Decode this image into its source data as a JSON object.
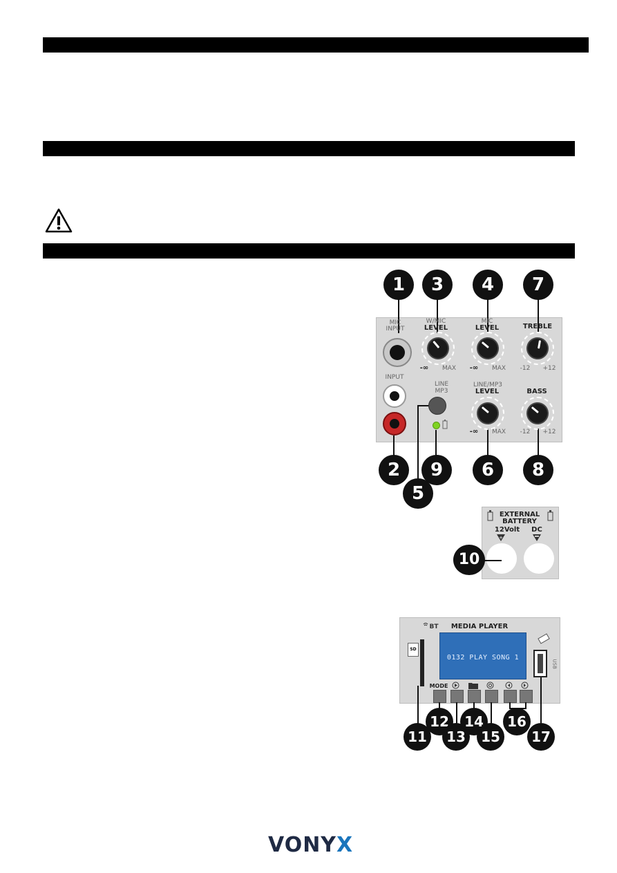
{
  "top_panel": {
    "mic_input_label": "MIC\nINPUT",
    "wmic_level_top": "W/MIC",
    "level_label": "LEVEL",
    "mic_level_top": "MIC",
    "treble_label": "TREBLE",
    "input_label": "INPUT",
    "line_label": "LINE",
    "mp3_label": "MP3",
    "line_mp3_top": "LINE/MP3",
    "bass_label": "BASS",
    "min_label": "-∞",
    "max_label": "MAX",
    "minus12_label": "-12",
    "plus12_label": "+12"
  },
  "callouts": [
    "1",
    "2",
    "3",
    "4",
    "5",
    "6",
    "7",
    "8",
    "9",
    "10",
    "11",
    "12",
    "13",
    "14",
    "15",
    "16",
    "17"
  ],
  "battery_panel": {
    "title": "EXTERNAL\nBATTERY",
    "voltage": "12Volt",
    "dc": "DC"
  },
  "media_player": {
    "title": "MEDIA PLAYER",
    "bt_label": "BT",
    "sd_label": "SD",
    "usb_label": "USB",
    "mode_label": "MODE",
    "display_text": "0132  PLAY SONG 1"
  },
  "brand": {
    "logo": "VONYX"
  },
  "colors": {
    "accent": "#1a75bc",
    "display": "#2f6fb8",
    "led": "#7ed321"
  }
}
